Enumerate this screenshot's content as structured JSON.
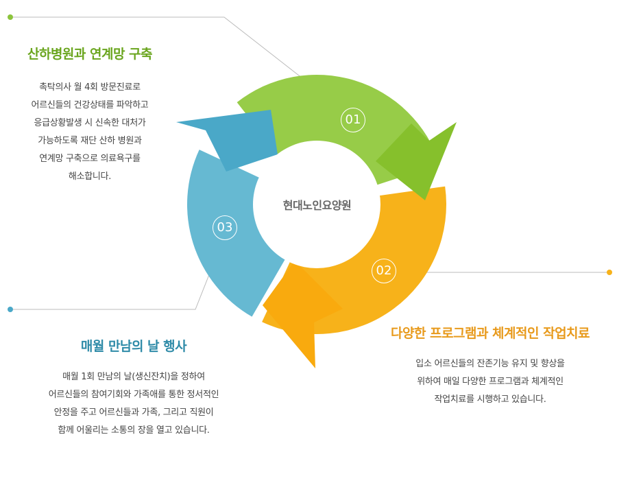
{
  "center_label": "현대노인요양원",
  "colors": {
    "green": "#8cc43c",
    "orange": "#f7b21a",
    "blue": "#4aa8c8",
    "title_green": "#6aa51e",
    "title_orange": "#e89a1c",
    "title_blue": "#2f8ba8"
  },
  "steps": [
    {
      "number": "01",
      "title": "산하병원과 연계망 구축",
      "lines": [
        "촉탁의사 월 4회 방문진료로",
        "어르신들의 건강상태를 파악하고",
        "응급상황발생 시 신속한 대처가",
        "가능하도록 재단 산하 병원과",
        "연계망 구축으로 의료욕구를",
        "해소합니다."
      ]
    },
    {
      "number": "02",
      "title": "다양한 프로그램과 체계적인 작업치료",
      "lines": [
        "입소 어르신들의 잔존기능 유지 및  향상을",
        "위하여 매일 다양한 프로그램과 체계적인",
        "작업치료를 시행하고 있습니다."
      ]
    },
    {
      "number": "03",
      "title": "매월 만남의 날 행사",
      "lines": [
        "매월 1회 만남의 날(생신잔치)을 정하여",
        "어르신들의 참여기회와 가족애를 통한 정서적인",
        "안정을 주고 어르신들과 가족, 그리고 직원이",
        "함께 어울리는 소통의 장을 열고 있습니다."
      ]
    }
  ]
}
